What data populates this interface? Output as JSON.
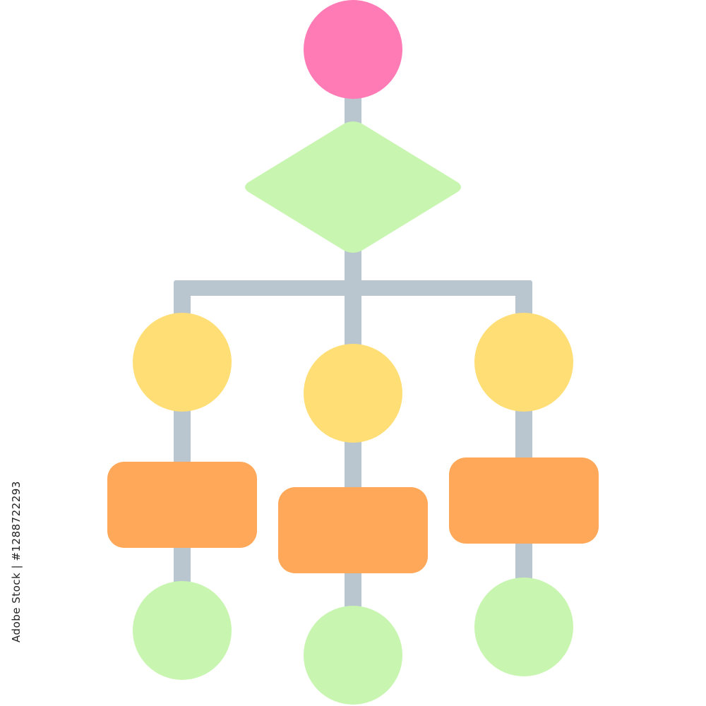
{
  "colors": {
    "connector": "#B9C6D0",
    "start_node": "#FF7BB5",
    "decision_node": "#C8F5B0",
    "branch_circle": "#FFDE75",
    "process_box": "#FFA85A",
    "end_circle": "#C8F5B0",
    "background": "#FFFFFF"
  },
  "diagram": {
    "node_count": 11,
    "branch_count": 3,
    "top_node_icon": "circle",
    "decision_icon": "diamond",
    "branch_node_icons": [
      "circle",
      "rounded-rectangle",
      "circle"
    ]
  },
  "watermark": {
    "side_id": "Adobe Stock | #1288722293"
  }
}
